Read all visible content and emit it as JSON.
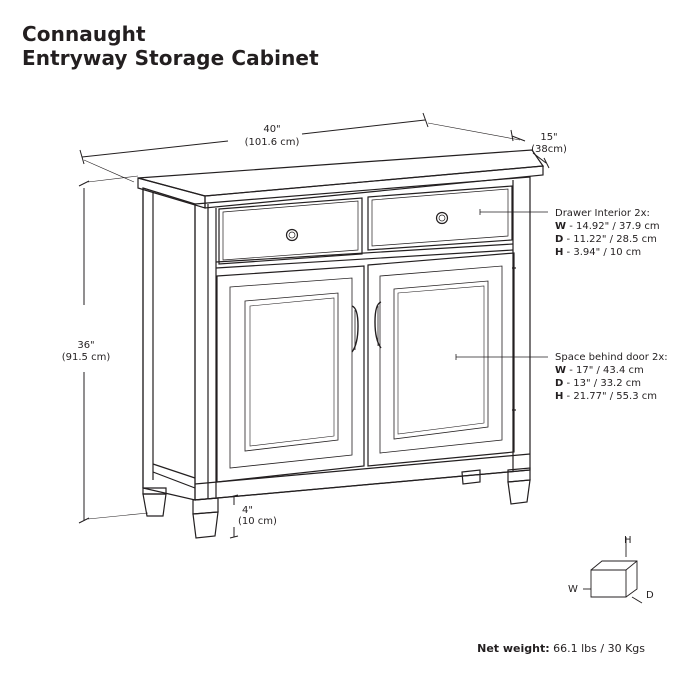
{
  "title": {
    "line1": "Connaught",
    "line2": "Entryway Storage Cabinet"
  },
  "dimensions": {
    "width_in": "40\"",
    "width_cm": "(101.6 cm)",
    "depth_in": "15\"",
    "depth_cm": "(38cm)",
    "height_in": "36\"",
    "height_cm": "(91.5 cm)",
    "leg_in": "4\"",
    "leg_cm": "(10 cm)"
  },
  "drawer_interior": {
    "heading": "Drawer Interior 2x:",
    "w_key": "W",
    "w_val": " - 14.92\" / 37.9 cm",
    "d_key": "D",
    "d_val": " - 11.22\" / 28.5 cm",
    "h_key": "H",
    "h_val": " - 3.94\" / 10 cm"
  },
  "door_space": {
    "heading": "Space behind door 2x:",
    "w_key": "W",
    "w_val": " - 17\" / 43.4 cm",
    "d_key": "D",
    "d_val": " - 13\" / 33.2 cm",
    "h_key": "H",
    "h_val": " - 21.77\" / 55.3 cm"
  },
  "axes_legend": {
    "h": "H",
    "w": "W",
    "d": "D"
  },
  "weight": {
    "label": "Net weight:",
    "value": " 66.1 lbs / 30 Kgs"
  }
}
